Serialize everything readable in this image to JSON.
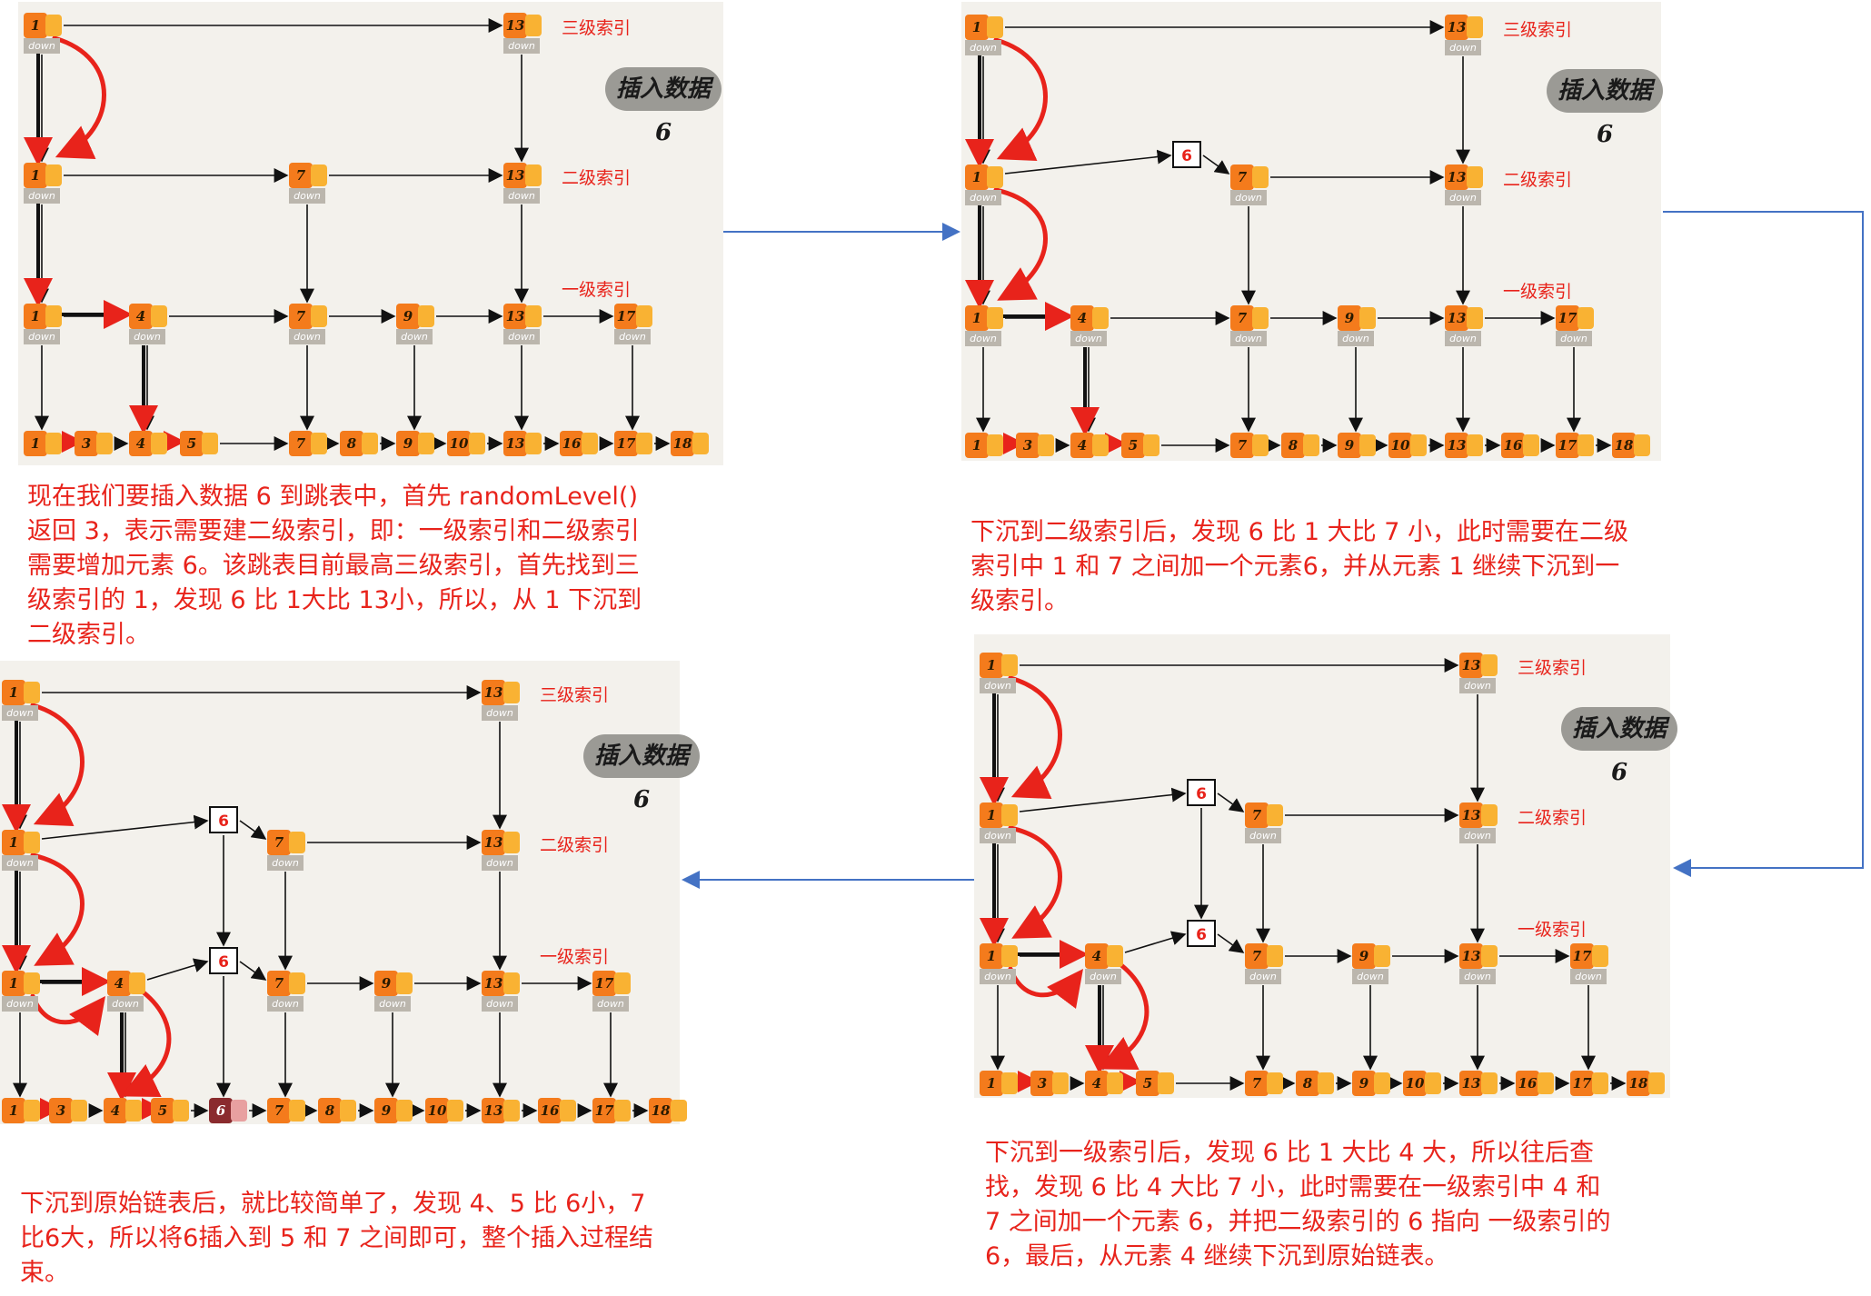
{
  "badge": "插入数据 6",
  "levels": {
    "l3": "三级索引",
    "l2": "二级索引",
    "l1": "一级索引"
  },
  "down": "down",
  "new_value": "6",
  "base_values": [
    "1",
    "3",
    "4",
    "5",
    "7",
    "8",
    "9",
    "10",
    "13",
    "16",
    "17",
    "18"
  ],
  "l1_values": [
    "1",
    "4",
    "7",
    "9",
    "13",
    "17"
  ],
  "l2_values": [
    "1",
    "7",
    "13"
  ],
  "l3_values": [
    "1",
    "13"
  ],
  "captions": {
    "step1": "现在我们要插入数据 6 到跳表中，首先 randomLevel() 返回 3，表示需要建二级索引，即：一级索引和二级索引需要增加元素 6。该跳表目前最高三级索引，首先找到三级索引的 1，发现 6 比 1大比 13小，所以，从 1 下沉到二级索引。",
    "step2": "下沉到二级索引后，发现 6 比 1 大比 7 小，此时需要在二级索引中 1 和 7 之间加一个元素6，并从元素 1 继续下沉到一级索引。",
    "step3": "下沉到一级索引后，发现 6 比 1 大比 4 大，所以往后查找，发现 6 比 4 大比 7 小，此时需要在一级索引中 4 和 7 之间加一个元素 6，并把二级索引的 6 指向 一级索引的 6，最后，从元素 4 继续下沉到原始链表。",
    "step4": "下沉到原始链表后，就比较简单了，发现 4、5 比 6小，7 比6大，所以将6插入到 5 和 7 之间即可，整个插入过程结束。"
  },
  "colors": {
    "node": "#f47b1c",
    "pointer": "#f9b233",
    "path": "#e8231b",
    "connector": "#4472c4",
    "text": "#e8231b"
  }
}
